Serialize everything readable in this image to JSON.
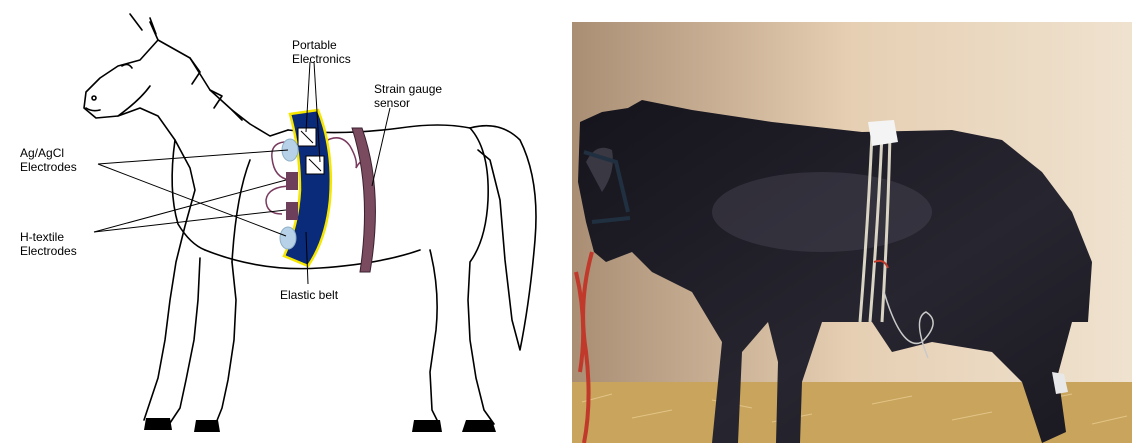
{
  "labels": {
    "portable_line1": "Portable",
    "portable_line2": "Electronics",
    "strain_line1": "Strain gauge",
    "strain_line2": "sensor",
    "agagcl_line1": "Ag/AgCl",
    "agagcl_line2": "Electrodes",
    "htextile_line1": "H-textile",
    "htextile_line2": "Electrodes",
    "belt": "Elastic belt"
  },
  "colors": {
    "belt_fill": "#0a2a7a",
    "belt_outline": "#f5e600",
    "strain_sensor": "#7a4a5e",
    "wire": "#7a3a5e",
    "ag_electrode": "#b7d2e8",
    "htextile_electrode": "#6e3f5a",
    "photo_wall": "#e6cfb3",
    "photo_horse": "#1d1c24",
    "photo_straw": "#c9a45c",
    "photo_rope": "#c0392b"
  }
}
